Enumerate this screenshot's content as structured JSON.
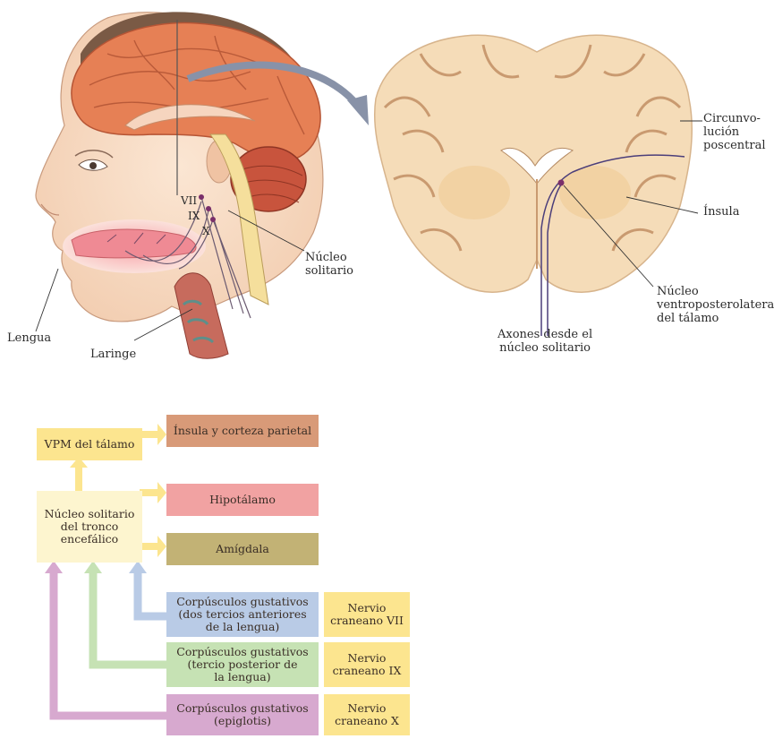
{
  "top_labels": {
    "vii": "VII",
    "ix": "IX",
    "x": "X",
    "nucleo_solitario": [
      "Núcleo",
      "solitario"
    ],
    "lengua": "Lengua",
    "laringe": "Laringe",
    "circunvolucion": [
      "Circunvo-",
      "lución",
      "poscentral"
    ],
    "insula": "Ínsula",
    "nucleo_vpl": [
      "Núcleo",
      "ventroposterolateral",
      "del tálamo"
    ],
    "axones": [
      "Axones desde el",
      "núcleo solitario"
    ]
  },
  "flow": {
    "vpm": "VPM del tálamo",
    "insula_corteza": "Ínsula y corteza parietal",
    "nucleo_tronco": [
      "Núcleo solitario",
      "del tronco",
      "encefálico"
    ],
    "hipotalamo": "Hipotálamo",
    "amigdala": "Amígdala",
    "corp1": [
      "Corpúsculos gustativos",
      "(dos tercios anteriores",
      "de la lengua)"
    ],
    "corp2": [
      "Corpúsculos gustativos",
      "(tercio posterior de",
      "la lengua)"
    ],
    "corp3": [
      "Corpúsculos gustativos",
      "(epiglotis)"
    ],
    "nerve1": [
      "Nervio",
      "craneano VII"
    ],
    "nerve2": [
      "Nervio",
      "craneano IX"
    ],
    "nerve3": [
      "Nervio",
      "craneano X"
    ]
  },
  "colors": {
    "yellow_box": "#fce58f",
    "pale_yellow": "#fdf5cf",
    "insula_box": "#d89a78",
    "hipotalamo_box": "#f1a2a2",
    "amigdala_box": "#c2b275",
    "blue_box": "#b9cbe6",
    "green_box": "#c6e2b4",
    "purple_box": "#d7a9cf"
  }
}
